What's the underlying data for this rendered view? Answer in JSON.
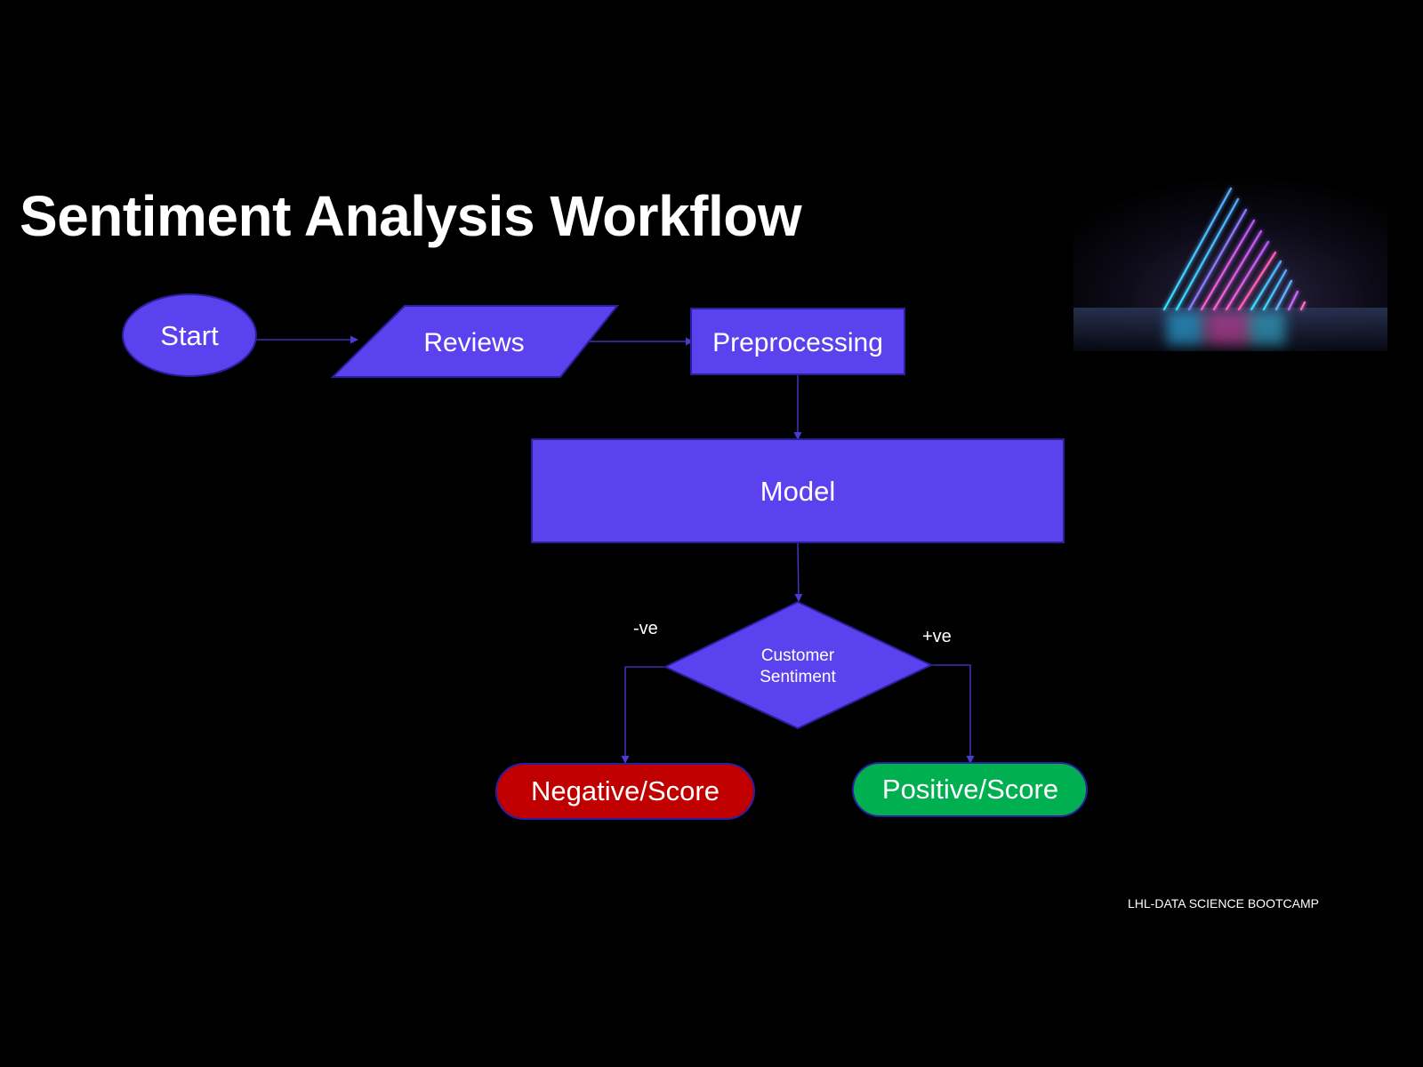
{
  "slide": {
    "title": "Sentiment Analysis Workflow",
    "footer": "LHL-DATA SCIENCE BOOTCAMP"
  },
  "flowchart": {
    "nodes": {
      "start": "Start",
      "reviews": "Reviews",
      "preprocessing": "Preprocessing",
      "model": "Model",
      "decision_line1": "Customer",
      "decision_line2": "Sentiment",
      "negative": "Negative/Score",
      "positive": "Positive/Score"
    },
    "edges": {
      "negative_label": "-ve",
      "positive_label": "+ve"
    }
  },
  "colors": {
    "background": "#000000",
    "node_fill": "#5b42ee",
    "node_stroke": "#2a1f9e",
    "connector": "#4b3bd6",
    "negative_fill": "#c00000",
    "positive_fill": "#00b050",
    "text": "#ffffff"
  },
  "decorative_image": "neon-triangle-image"
}
